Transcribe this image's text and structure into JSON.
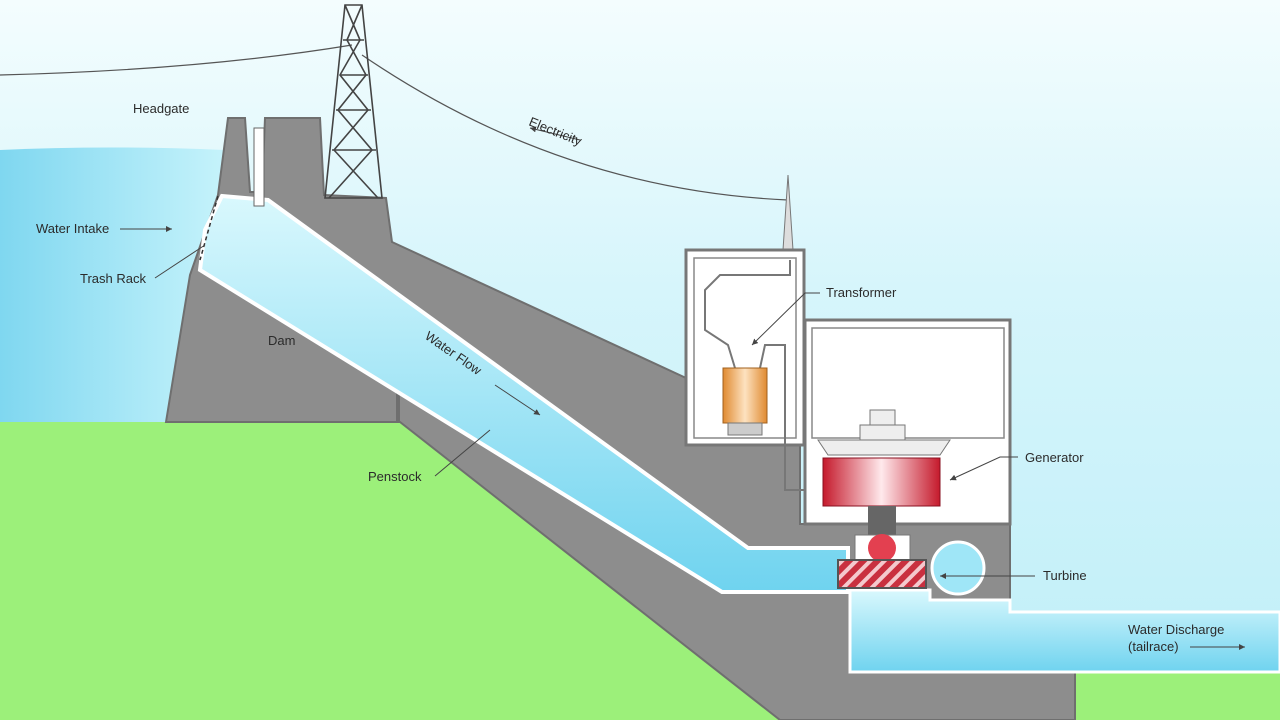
{
  "title": "Hydroelectric Dam Diagram",
  "labels": {
    "headgate": "Headgate",
    "electricity": "Electricity",
    "water_intake": "Water Intake",
    "trash_rack": "Trash Rack",
    "dam": "Dam",
    "water_flow": "Water Flow",
    "penstock": "Penstock",
    "transformer": "Transformer",
    "generator": "Generator",
    "turbine": "Turbine",
    "water_discharge": "Water Discharge",
    "tailrace": "(tailrace)"
  },
  "colors": {
    "water": "#8fe0f5",
    "sky": "#d8f6fb",
    "ground": "#9cf07a",
    "concrete": "#8d8d8d",
    "generator": "#d9283a",
    "transformer": "#e8963c"
  }
}
